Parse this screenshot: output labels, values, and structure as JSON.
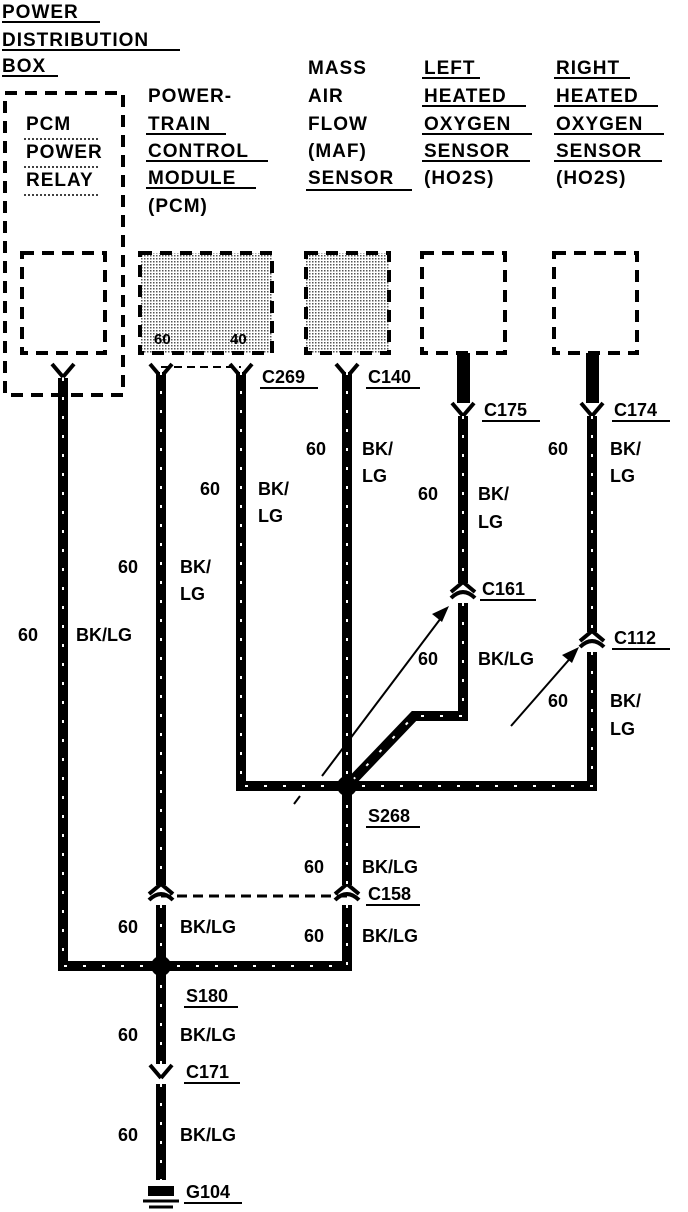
{
  "components": {
    "pdb_line1": "POWER",
    "pdb_line2": "DISTRIBUTION",
    "pdb_line3": "BOX",
    "relay_line1": "PCM",
    "relay_line2": "POWER",
    "relay_line3": "RELAY",
    "pcm_line1": "POWER-",
    "pcm_line2": "TRAIN",
    "pcm_line3": "CONTROL",
    "pcm_line4": "MODULE",
    "pcm_line5": "(PCM)",
    "pcm_pin_60": "60",
    "pcm_pin_40": "40",
    "maf_line1": "MASS",
    "maf_line2": "AIR",
    "maf_line3": "FLOW",
    "maf_line4": "(MAF)",
    "maf_line5": "SENSOR",
    "lho2s_line1": "LEFT",
    "lho2s_line2": "HEATED",
    "lho2s_line3": "OXYGEN",
    "lho2s_line4": "SENSOR",
    "lho2s_line5": "(HO2S)",
    "rho2s_line1": "RIGHT",
    "rho2s_line2": "HEATED",
    "rho2s_line3": "OXYGEN",
    "rho2s_line4": "SENSOR",
    "rho2s_line5": "(HO2S)"
  },
  "connectors": {
    "c269": "C269",
    "c140": "C140",
    "c175": "C175",
    "c174": "C174",
    "c161": "C161",
    "c112": "C112",
    "s268": "S268",
    "c158": "C158",
    "s180": "S180",
    "c171": "C171",
    "g104": "G104"
  },
  "wires": {
    "relay_circuit": "60",
    "relay_color": "BK/LG",
    "pcm60_circuit": "60",
    "pcm60_color_1": "BK/",
    "pcm60_color_2": "LG",
    "pcm40_circuit": "60",
    "pcm40_color_1": "BK/",
    "pcm40_color_2": "LG",
    "maf_circuit": "60",
    "maf_color_1": "BK/",
    "maf_color_2": "LG",
    "lho2s_upper_circuit": "60",
    "lho2s_upper_color_1": "BK/",
    "lho2s_upper_color_2": "LG",
    "lho2s_lower_circuit": "60",
    "lho2s_lower_color": "BK/LG",
    "rho2s_upper_circuit": "60",
    "rho2s_upper_color_1": "BK/",
    "rho2s_upper_color_2": "LG",
    "rho2s_lower_circuit": "60",
    "rho2s_lower_color_1": "BK/",
    "rho2s_lower_color_2": "LG",
    "s268_down_circuit": "60",
    "s268_down_color": "BK/LG",
    "c158_down_circuit": "60",
    "c158_down_color": "BK/LG",
    "pcm_down_circuit": "60",
    "pcm_down_color": "BK/LG",
    "s180_down_circuit": "60",
    "s180_down_color": "BK/LG",
    "ground_circuit": "60",
    "ground_color": "BK/LG"
  }
}
